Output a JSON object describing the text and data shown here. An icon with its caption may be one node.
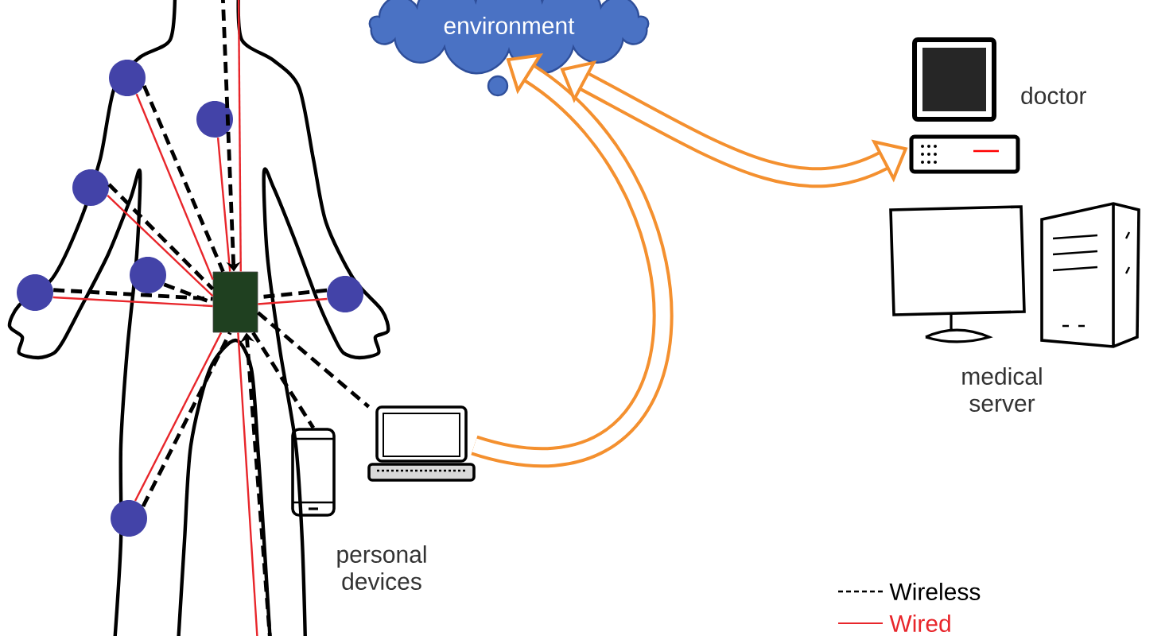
{
  "diagram": {
    "nodes": [
      {
        "text": [
          "environment"
        ]
      },
      {
        "text": [],
        "shape": "box"
      },
      {
        "text": [],
        "shape": "circle"
      },
      {
        "text": [],
        "shape": "circle"
      },
      {
        "text": [],
        "shape": "circle"
      },
      {
        "text": [],
        "shape": "circle"
      },
      {
        "text": [],
        "shape": "circle"
      },
      {
        "text": [],
        "shape": "circle"
      },
      {
        "text": [],
        "shape": "circle"
      },
      {
        "text": [],
        "shape": "picture"
      },
      {
        "text": [],
        "shape": "picture"
      },
      {
        "text": [],
        "shape": "picture",
        "beside": [
          "doctor"
        ]
      },
      {
        "text": [],
        "shape": "picture",
        "beside": [
          "medical server"
        ]
      }
    ],
    "edges": [
      {
        "from": 4,
        "to": 1,
        "arrow": "none",
        "color": "#e8262b"
      },
      {
        "from": 4,
        "to": 1,
        "arrow": "none",
        "style": "dashed"
      },
      {
        "from": 3,
        "to": 1,
        "arrow": "none",
        "color": "#e8262b"
      },
      {
        "from": 3,
        "to": 1,
        "arrow": "none",
        "style": "dashed"
      },
      {
        "from": 2,
        "to": 1,
        "arrow": "none",
        "color": "#e8262b"
      },
      {
        "from": 2,
        "to": 1,
        "arrow": "none",
        "style": "dashed"
      },
      {
        "from": 6,
        "to": 1,
        "arrow": "none",
        "style": "dashed"
      },
      {
        "from": 7,
        "to": 1,
        "arrow": "none",
        "color": "#e8262b"
      },
      {
        "from": 8,
        "to": 1,
        "arrow": "none",
        "color": "#e8262b"
      },
      {
        "from": 8,
        "to": 1,
        "arrow": "none",
        "style": "dashed"
      },
      {
        "from": 5,
        "to": 1,
        "arrow": "none",
        "color": "#e8262b"
      },
      {
        "from": 5,
        "to": 1,
        "arrow": "none",
        "style": "dashed"
      },
      {
        "from": null,
        "to": 1,
        "arrow": "none",
        "color": "#e8262b"
      },
      {
        "from": null,
        "to": 1,
        "arrow": "to",
        "style": "dashed"
      },
      {
        "from": null,
        "to": 1,
        "arrow": "none",
        "color": "#e8262b"
      },
      {
        "from": null,
        "to": 1,
        "arrow": "to",
        "style": "dashed"
      },
      {
        "from": 1,
        "to": 9,
        "arrow": "none",
        "style": "dashed"
      },
      {
        "from": 1,
        "to": 10,
        "arrow": "none",
        "style": "dashed"
      },
      {
        "from": 10,
        "to": 0,
        "arrow": "to",
        "style": "thick",
        "color": "#f4902f"
      },
      {
        "from": 0,
        "to": 11,
        "arrow": "both",
        "style": "thick",
        "color": "#f4902f"
      }
    ],
    "labels": [
      "personal devices"
    ],
    "legend": [
      {
        "text": "Wireless"
      },
      {
        "text": "Wired"
      }
    ]
  }
}
